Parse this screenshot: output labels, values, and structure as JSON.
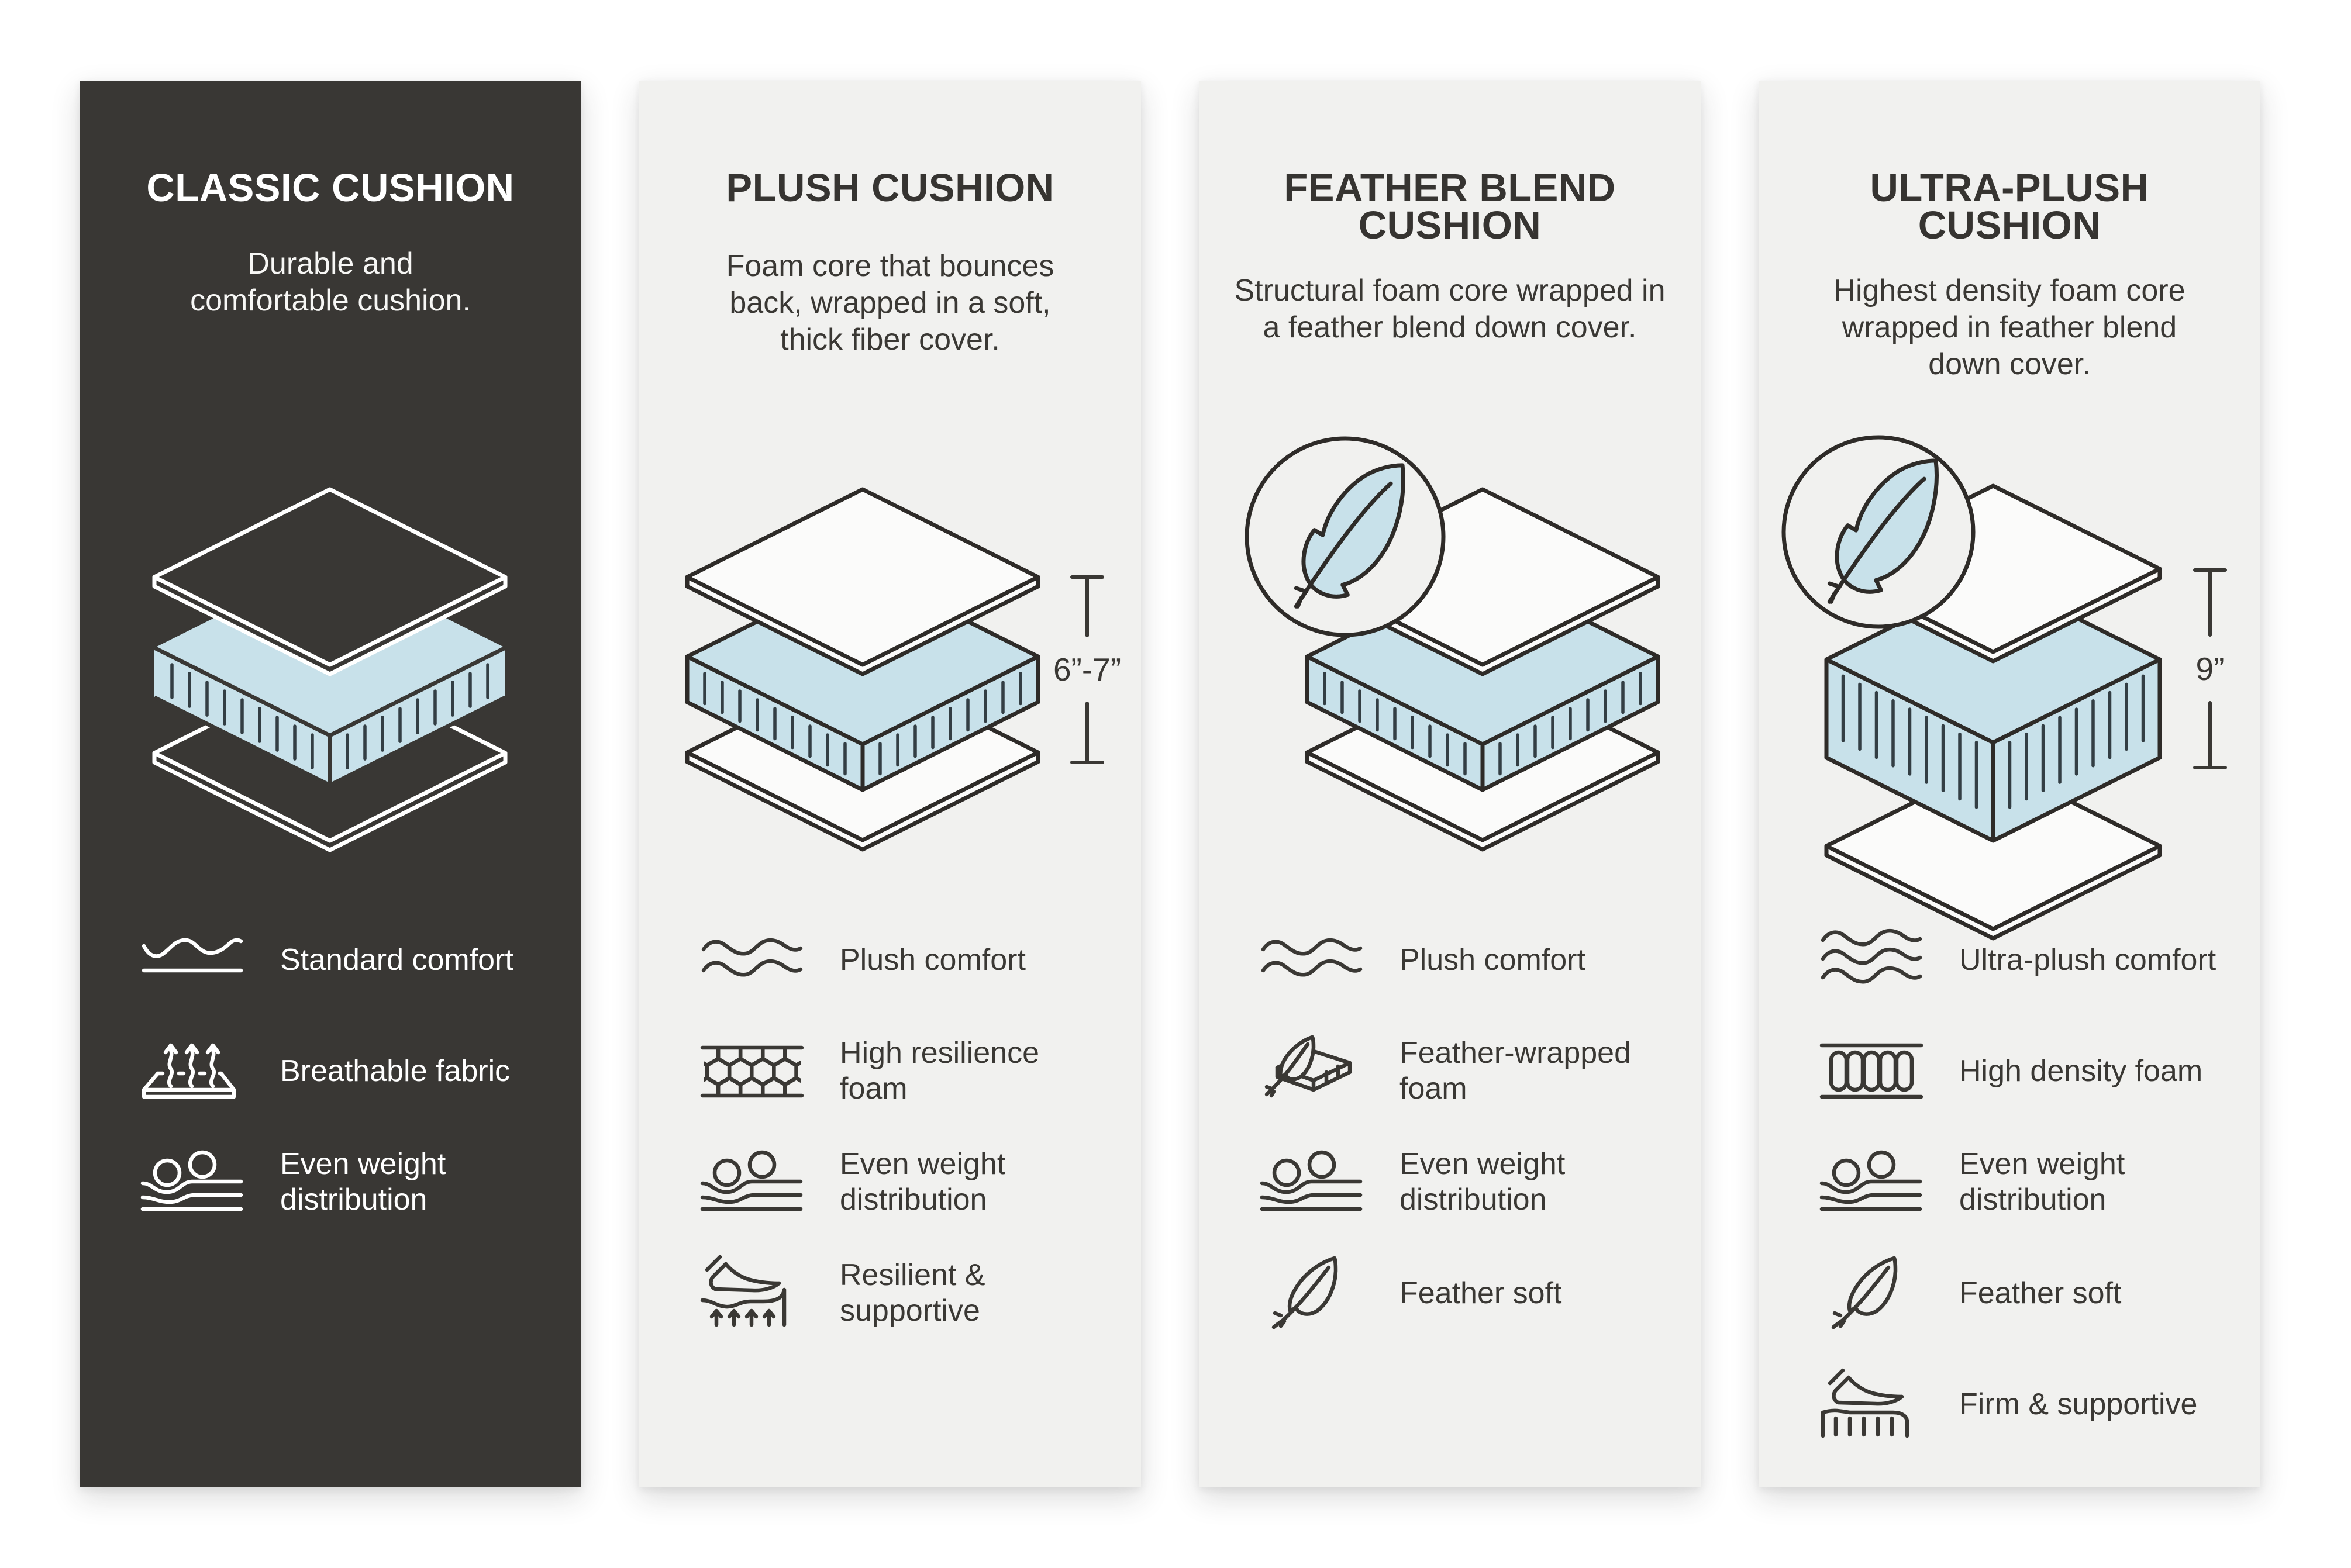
{
  "page": {
    "background": "#ffffff",
    "accent_blue": "#c8e1ea",
    "dark_card": "#393734",
    "light_card": "#f1f1ef",
    "text_dark": "#3a3834",
    "text_light": "#ffffff"
  },
  "cards": [
    {
      "id": "classic",
      "theme": "dark",
      "title": "CLASSIC CUSHION",
      "description": "Durable and\ncomfortable cushion.",
      "illustration": {
        "layers": [
          "fabric cover",
          "foam core",
          "fabric base"
        ],
        "badge": false,
        "dimension": null
      },
      "features": [
        {
          "icon": "wave-single-icon",
          "label": "Standard comfort"
        },
        {
          "icon": "breathable-fabric-icon",
          "label": "Breathable fabric"
        },
        {
          "icon": "even-weight-icon",
          "label": "Even weight\ndistribution"
        }
      ]
    },
    {
      "id": "plush",
      "theme": "light",
      "title": "PLUSH CUSHION",
      "description": "Foam core that bounces\nback, wrapped in a soft,\nthick fiber cover.",
      "illustration": {
        "layers": [
          "fiber cover",
          "foam core",
          "fabric base"
        ],
        "badge": false,
        "dimension": "6”-7”"
      },
      "features": [
        {
          "icon": "wave-double-icon",
          "label": "Plush comfort"
        },
        {
          "icon": "honeycomb-foam-icon",
          "label": "High resilience\nfoam"
        },
        {
          "icon": "even-weight-icon",
          "label": "Even weight\ndistribution"
        },
        {
          "icon": "resilient-support-icon",
          "label": "Resilient &\nsupportive"
        }
      ]
    },
    {
      "id": "feather-blend",
      "theme": "light",
      "title": "FEATHER BLEND\nCUSHION",
      "description": "Structural foam core wrapped in\na feather blend down cover.",
      "illustration": {
        "layers": [
          "down cover",
          "foam core",
          "fabric base"
        ],
        "badge": true,
        "dimension": null
      },
      "features": [
        {
          "icon": "wave-double-icon",
          "label": "Plush comfort"
        },
        {
          "icon": "feather-wrapped-foam-icon",
          "label": "Feather-wrapped\nfoam"
        },
        {
          "icon": "even-weight-icon",
          "label": "Even weight\ndistribution"
        },
        {
          "icon": "feather-icon",
          "label": "Feather soft"
        }
      ]
    },
    {
      "id": "ultra-plush",
      "theme": "light",
      "title": "ULTRA-PLUSH\nCUSHION",
      "description": "Highest density foam core\nwrapped in feather blend\ndown cover.",
      "illustration": {
        "layers": [
          "down cover",
          "foam core",
          "fabric base"
        ],
        "badge": true,
        "dimension": "9”"
      },
      "features": [
        {
          "icon": "wave-triple-icon",
          "label": "Ultra-plush comfort"
        },
        {
          "icon": "high-density-foam-icon",
          "label": "High density foam"
        },
        {
          "icon": "even-weight-icon",
          "label": "Even weight\ndistribution"
        },
        {
          "icon": "feather-icon",
          "label": "Feather soft"
        },
        {
          "icon": "firm-support-icon",
          "label": "Firm & supportive"
        }
      ]
    }
  ]
}
